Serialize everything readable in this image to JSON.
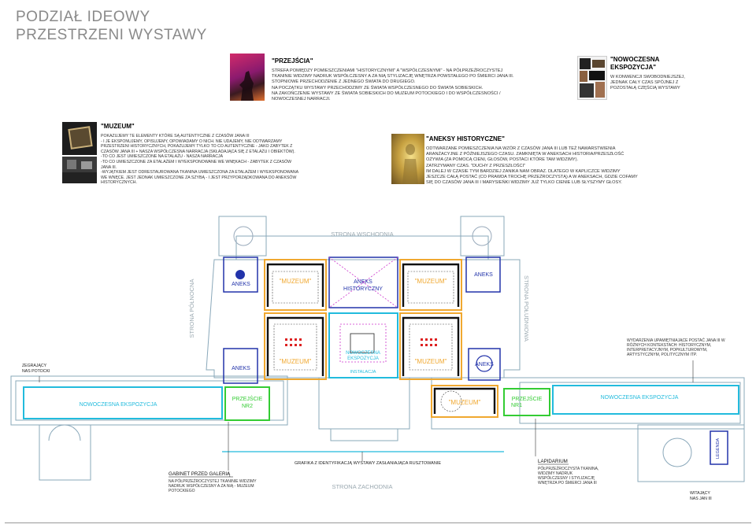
{
  "title": {
    "line1": "PODZIAŁ IDEOWY",
    "line2": "PRZESTRZENI WYSTAWY"
  },
  "sections": {
    "przejscia": {
      "heading": "\"PRZEJŚCIA\"",
      "body": "STREFA POMIĘDZY POMIESZCZENIAMI \"HISTORYCZNYMI\" A \"WSPÓŁCZESNYMI\" - NA PÓŁPRZEŹROCZYSTEJ\nTKANINIE WIDZIMY NADRUK WSPÓŁCZESNY A ZA NIĄ STYLIZACJĘ WNĘTRZA POWSTAŁEGO PO ŚMIERCI JANA III.\nSTOPNIOWE PRZECHODZENIE Z JEDNEGO ŚWIATA DO DRUGIEGO.\nNA POCZĄTKU WYSTAWY PRZECHODZIMY ZE ŚWIATA WSPÓŁCZESNEGO DO ŚWIATA SOBIESKICH.\nNA ZAKOŃCZENIE WYSTAWY ZE ŚWIATA SOBIESKICH DO MUZEUM POTOCKIEGO I DO WSPÓŁCZESNOŚCI /\nNOWOCZESNEJ NARRACJI."
    },
    "nowoczesna": {
      "heading": "\"NOWOCZESNA\nEKSPOZYCJA\"",
      "body": "W KONWENCJI SWOBODNIEJSZEJ,\nJEDNAK CAŁY CZAS SPÓJNEJ Z\nPOZOSTAŁĄ CZĘŚCIĄ WYSTAWY"
    },
    "muzeum": {
      "heading": "\"MUZEUM\"",
      "body": "POKAZUJEMY TE ELEMENTY KTÓRE SĄ AUTENTYCZNE Z CZASÓW JANA III\n- I JE EKSPONUJEMY, OPISUJEMY, OPOWIADAMY O NICH. NIE UDAJEMY, NIE ODTWARZAMY\nPRZESTRZENI HISTORYCZNYCH, POKAZUJEMY TYLKO TO CO AUTENTYCZNE - JAKO ZABYTEK Z\nCZASÓW JANA III + NASZA WSPÓŁCZESNA NARRACJA (SKŁADAJĄCA SIĘ Z ETALAŻU I OBIEKTÓW).\n-TO CO JEST UMIESZCZONE NA ETALAŻU - NASZA NARRACJA\n-TO CO UMIESZCZONE ZA ETALAŻEM I WYEKSPONOWANE WE WNĘKACH - ZABYTEK Z CZASÓW\nJANA III.\n-WYJĄTKIEM JEST ODRESTAUROWANA TKANINA UMIESZCZONA ZA ETALAŻEM I WYEKSPONOWANA\nWE WNĘCE. JEST JEDNAK UMIESZCZONE ZA SZYBĄ - I JEST PRZYPORZĄDKOWANA DO ANEKSÓW\nHISTORYCZNYCH."
    },
    "aneksy": {
      "heading": "\"ANEKSY HISTORYCZNE\"",
      "body": "ODTWARZANE POMIESZCZENIA NA WZÓR Z CZASÓW JANA III LUB TEŻ NAWARSTWIENIA\nARANŻACYJNE Z PÓŹNIEJSZEGO CZASU. ZAMKNIĘTA W ANEKSACH HISTORIA/PRZESZŁOŚĆ\nOŻYWIA (ZA POMOCĄ CIENI, GŁOSÓW, POSTACI KTÓRE TAM WIDZIMY).\nZATRZYMANY CZAS. \"DUCHY Z PRZESZŁOŚCI\"\nIM DALEJ W CZASIE TYM BARDZIEJ ZANIKA NAM OBRAZ. DLATEGO W KAPLICZCE WIDZIMY\nJESZCZE CAŁĄ POSTAĆ (CO PRAWDA TROCHĘ PRZEŹROCZYSTĄ) A W ANEKSACH, GDZIE COFAMY\nSIĘ DO CZASÓW JANA III I MARYSIEŃKI WIDZIMY JUŻ TYLKO CIENIE LUB SŁYSZYMY GŁOSY."
    }
  },
  "plan": {
    "strona_wschodnia": "STRONA WSCHODNIA",
    "strona_zachodnia": "STRONA ZACHODNIA",
    "strona_polnocna": "STRONA PÓŁNOCNA",
    "strona_poludniowa": "STRONA POŁUDNIOWA",
    "aneks": "ANEKS",
    "aneks_historyczny_l1": "ANEKS",
    "aneks_historyczny_l2": "HISTORYCZNY",
    "muzeum": "\"MUZEUM\"",
    "nowoczesna_ekspozycja": "NOWOCZESNA EKSPOZYCJA",
    "przejscie": "PRZEJŚCIE",
    "nr1": "NR1",
    "nr2": "NR2",
    "nowoczesna_l1": "NOWOCZESNA",
    "nowoczesna_l2": "EKSPOZYCJA",
    "instalacja": "INSTALACJA",
    "legenda": "LEGENDA",
    "zegarujacy_l1": "ZEGRAJĄCY",
    "zegarujacy_l2": "NAS POTOCKI",
    "witajacy_l1": "WITAJĄCY",
    "witajacy_l2": "NAS JAN III",
    "grafika": "GRAFIKA Z IDENTYFIKACJĄ WYSTAWY ZASŁANIAJĄCA RUSZTOWANIE",
    "gabinet_title": "GABINET PRZED GALERIĄ",
    "gabinet_body_l1": "NA PÓŁPRZEŹROCZYSTEJ TKANINIE WIDZIMY",
    "gabinet_body_l2": "NADRUK WSPÓŁCZESNY A ZA NIĄ - MUZEUM",
    "gabinet_body_l3": "POTOCKIEGO",
    "lapidarium_title": "LAPIDARIUM",
    "lapidarium_body_l1": "PÓŁPRZEŹROCZYSTA TKANINA,",
    "lapidarium_body_l2": "WIDZIMY NADRUK",
    "lapidarium_body_l3": "WSPÓŁCZESNY I STYLIZACJĘ",
    "lapidarium_body_l4": "WNĘTRZA PO ŚMIERCI JANA III",
    "wydarzenia_l1": "WYDARZENIA UPAMIĘTNIAJĄCE POSTAĆ JANA III W",
    "wydarzenia_l2": "RÓŻNYCH KONTEKSTACH: HISTORYCZNYM,",
    "wydarzenia_l3": "INTERPRETACYJNYM, POPKULTUROWYM,",
    "wydarzenia_l4": "ARTYSTYCZNYM, POLITYCZNYM ITP."
  },
  "colors": {
    "title": "#8a8a8a",
    "muzeum": "#f0a830",
    "aneks": "#2233aa",
    "przejscie": "#33cc33",
    "nowoczesna": "#22bbdd",
    "instalacja": "#22bbdd",
    "etalaz": "#111111",
    "magenta": "#cc33cc",
    "red": "#dd2222"
  }
}
